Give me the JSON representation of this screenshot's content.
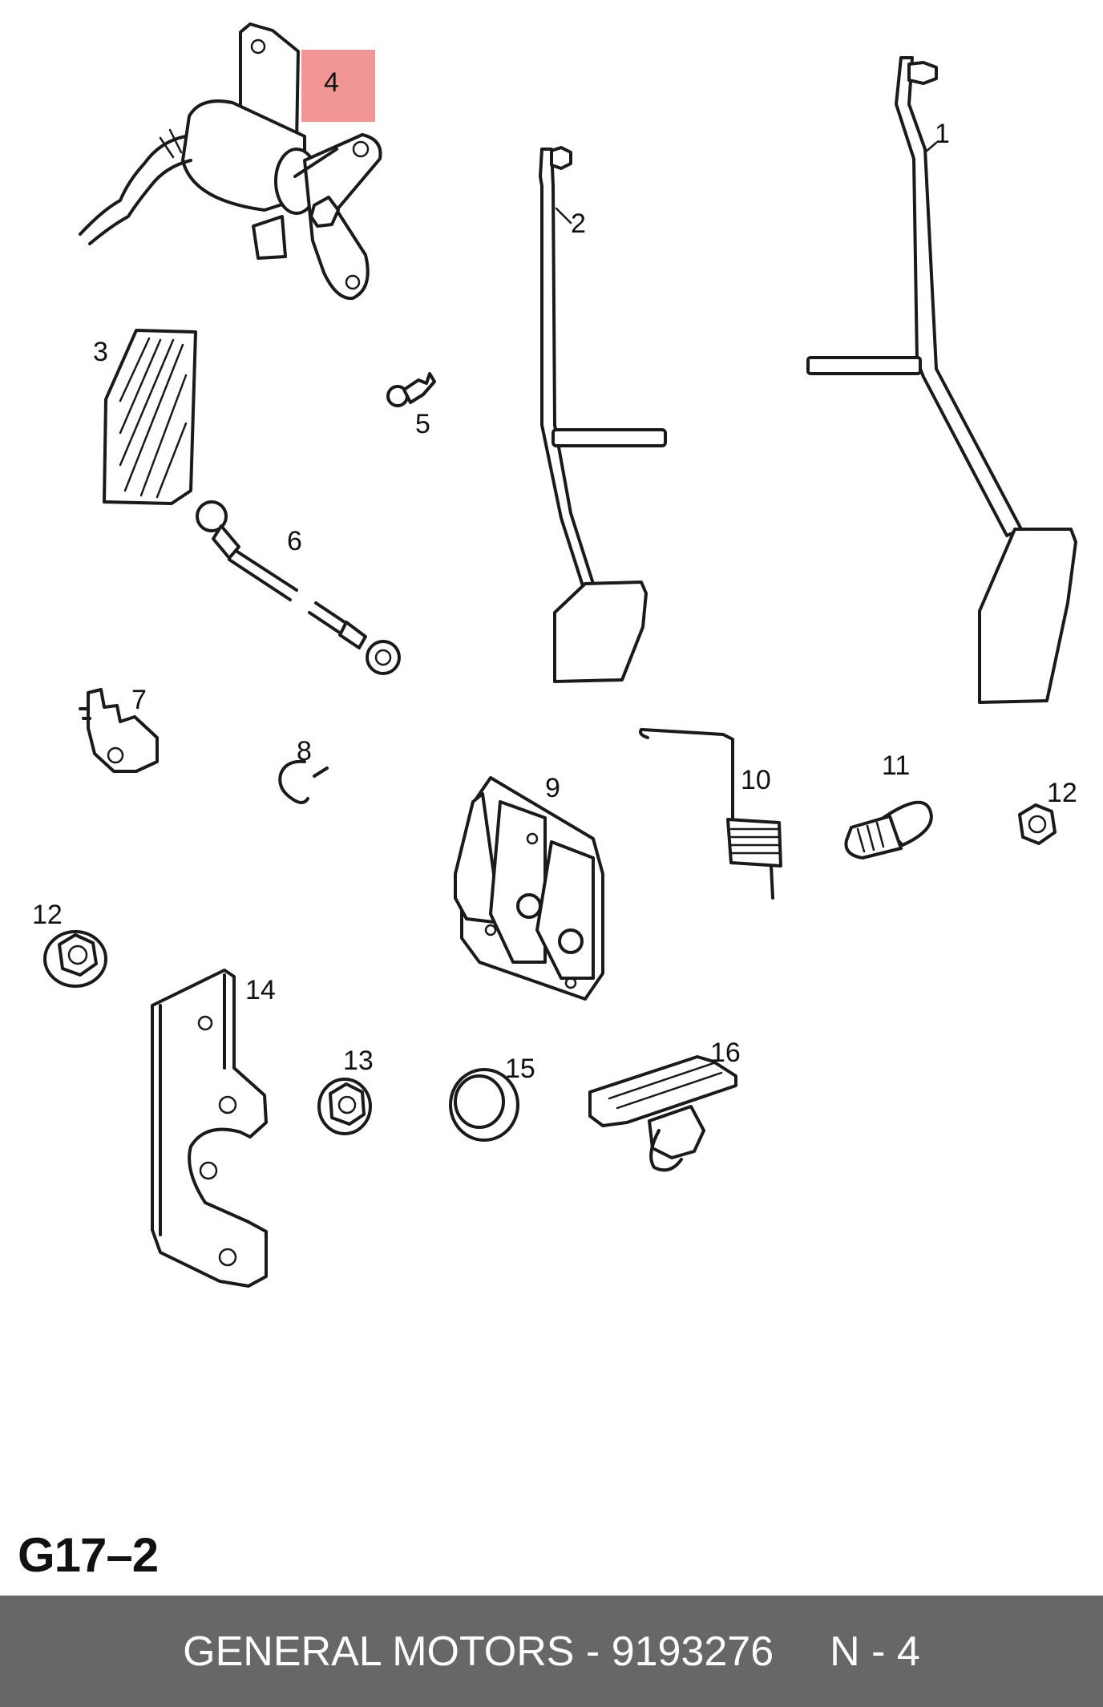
{
  "diagram": {
    "code": "G17–2",
    "callouts": {
      "c1": "1",
      "c2": "2",
      "c3": "3",
      "c4": "4",
      "c5": "5",
      "c6": "6",
      "c7": "7",
      "c8": "8",
      "c9": "9",
      "c10": "10",
      "c11": "11",
      "c12a": "12",
      "c12b": "12",
      "c13": "13",
      "c14": "14",
      "c15": "15",
      "c16": "16"
    },
    "highlight_color": "#f08a8a"
  },
  "footer": {
    "part_text": "GENERAL MOTORS - 9193276",
    "quantity_text": "N - 4",
    "background_color": "#676767"
  }
}
